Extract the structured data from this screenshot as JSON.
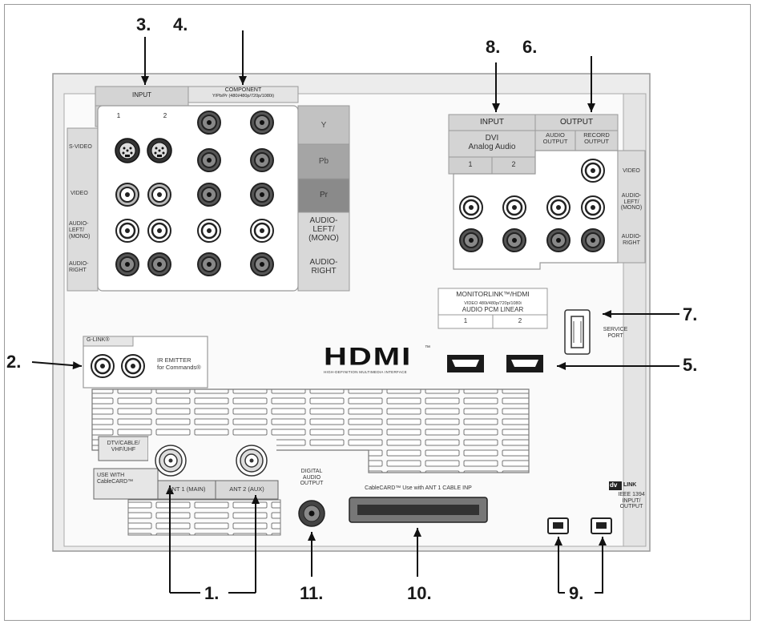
{
  "callouts": [
    "1.",
    "2.",
    "3.",
    "4.",
    "5.",
    "6.",
    "7.",
    "8.",
    "9.",
    "10.",
    "11."
  ],
  "left_panel": {
    "input_header": "INPUT",
    "input_num_1": "1",
    "input_num_2": "2",
    "component_header": "COMPONENT",
    "component_sub": "Y/Pb/Pr (480i/480p/720p/1080i)",
    "row_svideo": "S-VIDEO",
    "row_video": "VIDEO",
    "row_audio_left": "AUDIO-\nLEFT/\n(MONO)",
    "row_audio_right": "AUDIO-\nRIGHT",
    "comp_y": "Y",
    "comp_pb": "Pb",
    "comp_pr": "Pr",
    "comp_audio_left": "AUDIO-\nLEFT/\n(MONO)",
    "comp_audio_right": "AUDIO-\nRIGHT"
  },
  "right_panel": {
    "input_header": "INPUT",
    "output_header": "OUTPUT",
    "dvi_label": "DVI\nAnalog Audio",
    "dvi_num_1": "1",
    "dvi_num_2": "2",
    "audio_output": "AUDIO\nOUTPUT",
    "record_output": "RECORD\nOUTPUT",
    "row_video": "VIDEO",
    "row_audio_left": "AUDIO-\nLEFT/\n(MONO)",
    "row_audio_right": "AUDIO-\nRIGHT"
  },
  "monitor_link": {
    "title": "MONITORLINK™/HDMI",
    "sub1": "VIDEO 480i/480p/720p/1080i",
    "sub2": "AUDIO PCM LINEAR",
    "num_1": "1",
    "num_2": "2"
  },
  "hdmi_logo": "HDMI",
  "hdmi_tm": "™",
  "hdmi_tagline": "HIGH-DEFINITION MULTIMEDIA INTERFACE",
  "service_port": "SERVICE\nPORT",
  "glink": "G-LINK®",
  "ir_emitter": "IR EMITTER\nfor Commands®",
  "antenna": {
    "dtv_label": "DTV/CABLE/\nVHF/UHF",
    "cablecard_label": "USE WITH\nCableCARD™",
    "ant1": "ANT 1 (MAIN)",
    "ant2": "ANT 2 (AUX)"
  },
  "digital_audio": "DIGITAL\nAUDIO\nOUTPUT",
  "cablecard_slot": "CableCARD™ Use with ANT 1 CABLE INP",
  "ieee": {
    "logo": "dv",
    "logo_link": "LINK",
    "label": "IEEE 1394\nINPUT/\nOUTPUT"
  }
}
